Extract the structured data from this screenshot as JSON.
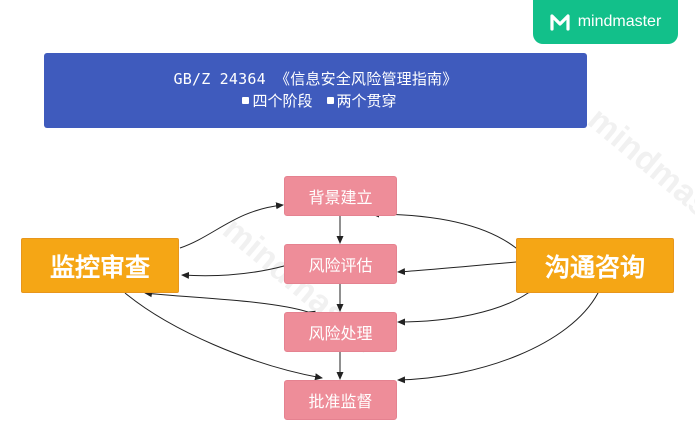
{
  "brand": {
    "name": "mindmaster",
    "logo_icon": "mindmaster-logo-icon",
    "color": "#12c08a"
  },
  "title": {
    "line1": "GB/Z 24364 《信息安全风险管理指南》",
    "bullet1": "四个阶段",
    "bullet2": "两个贯穿",
    "background": "#3f5bbd"
  },
  "nodes": {
    "left": "监控审查",
    "right": "沟通咨询",
    "steps": [
      "背景建立",
      "风险评估",
      "风险处理",
      "批准监督"
    ]
  },
  "colors": {
    "side_box": "#f5a615",
    "step_box": "#ee8d99",
    "arrow": "#222222"
  },
  "watermark": "mindmaster"
}
